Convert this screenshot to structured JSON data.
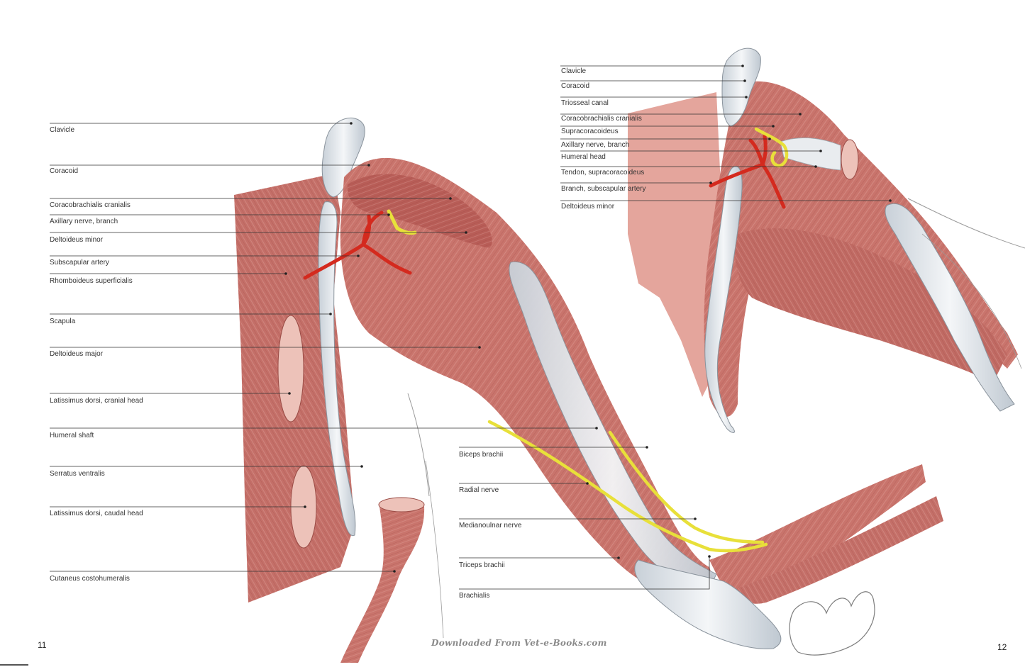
{
  "left_figure": {
    "labels": [
      "Clavicle",
      "Coracoid",
      "Coracobrachialis cranialis",
      "Axillary nerve, branch",
      "Deltoideus minor",
      "Subscapular artery",
      "Rhomboideus superficialis",
      "Scapula",
      "Deltoideus major",
      "Latissimus dorsi, cranial head",
      "Humeral shaft",
      "Serratus ventralis",
      "Latissimus dorsi, caudal head",
      "Cutaneus costohumeralis"
    ]
  },
  "middle_labels": [
    "Biceps brachii",
    "Radial nerve",
    "Medianoulnar nerve",
    "Triceps brachii",
    "Brachialis"
  ],
  "right_figure": {
    "labels": [
      "Clavicle",
      "Coracoid",
      "Triosseal canal",
      "Coracobrachialis cranialis",
      "Supracoracoideus",
      "Axillary nerve, branch",
      "Humeral head",
      "Tendon, supracoracoideus",
      "Branch, subscapular artery",
      "Deltoideus minor"
    ]
  },
  "page_numbers": {
    "left": "11",
    "right": "12"
  },
  "watermark": "Downloaded From Vet-e-Books.com",
  "colors": {
    "muscle": "#c9746c",
    "muscle_light": "#e4a59c",
    "muscle_dark": "#9c4a45",
    "bone": "#e6ebef",
    "artery": "#d42a1e",
    "nerve": "#e8e03a"
  }
}
